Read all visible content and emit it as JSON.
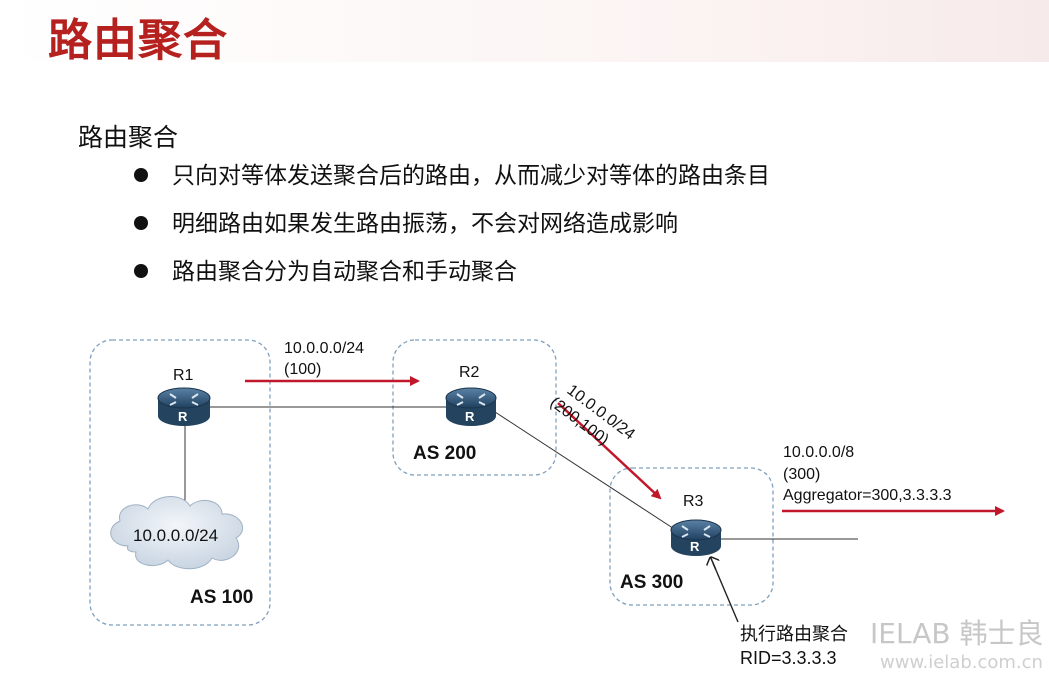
{
  "title": "路由聚合",
  "section": "路由聚合",
  "bullets": [
    "只向对等体发送聚合后的路由，从而减少对等体的路由条目",
    "明细路由如果发生路由振荡，不会对网络造成影响",
    "路由聚合分为自动聚合和手动聚合"
  ],
  "diagram": {
    "routers": {
      "r1": "R1",
      "r2": "R2",
      "r3": "R3",
      "icon_letter": "R"
    },
    "as": {
      "as100": "AS 100",
      "as200": "AS 200",
      "as300": "AS 300"
    },
    "cloud_label": "10.0.0.0/24",
    "route1": {
      "prefix": "10.0.0.0/24",
      "path": "(100)"
    },
    "route2": {
      "prefix": "10.0.0.0/24",
      "path": "(200,100)"
    },
    "route3": {
      "prefix": "10.0.0.0/8",
      "path": "(300)",
      "aggregator": "Aggregator=300,3.3.3.3"
    },
    "note": {
      "line1": "执行路由聚合",
      "line2": "RID=3.3.3.3"
    },
    "colors": {
      "arrow": "#c0172b",
      "router": "#2f5577",
      "as_border": "#7fa0bf"
    }
  },
  "watermark": {
    "brand": "IELAB 韩士良",
    "url": "www.ielab.com.cn"
  }
}
